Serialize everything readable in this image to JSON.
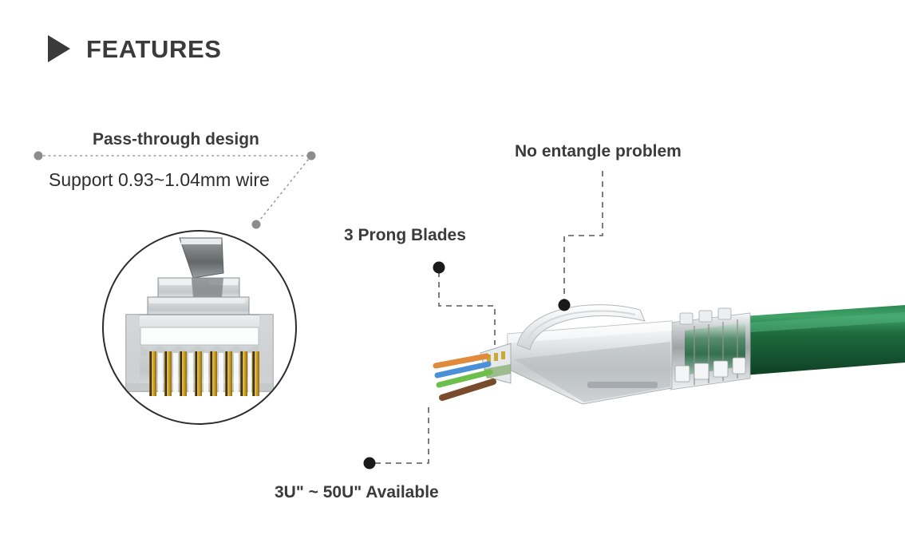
{
  "header": {
    "title": "FEATURES",
    "marker_icon": "play-triangle-icon"
  },
  "callouts": [
    {
      "id": "pass-through",
      "title": "Pass-through design",
      "subtitle": "Support 0.93~1.04mm wire",
      "dot_color": "#8c8c8c",
      "line_style": "dotted"
    },
    {
      "id": "prong-blades",
      "title": "3 Prong Blades",
      "dot_color": "#1a1a1a",
      "line_style": "dashed"
    },
    {
      "id": "no-entangle",
      "title": "No entangle problem",
      "dot_color": "#1a1a1a",
      "line_style": "dashed"
    },
    {
      "id": "plating",
      "title": "3U\" ~ 50U\" Available",
      "dot_color": "#1a1a1a",
      "line_style": "dashed"
    }
  ],
  "imagery": {
    "magnifier": {
      "name": "rj45-connector-closeup",
      "description": "Magnified transparent RJ45 pass-through plug with 8 gold contact pins",
      "pin_count": 8,
      "pin_color": "#c9a227",
      "body_color": "#d8dadb",
      "clip_color": "#8d9092",
      "circle_border_color": "#2b2b2b"
    },
    "product": {
      "name": "shielded-rj45-plug-with-green-cable",
      "description": "Transparent shielded RJ45 pass-through plug crimped onto a green network cable with exposed twisted-pair wires",
      "cable_color": "#1f6b3e",
      "cable_highlight": "#3f9a63",
      "body_color": "#e3e6e8",
      "shield_color": "#b9bdc0",
      "wires": [
        {
          "label": "orange",
          "color": "#e08a3c"
        },
        {
          "label": "blue",
          "color": "#4a90d9"
        },
        {
          "label": "green",
          "color": "#6cbf4a"
        },
        {
          "label": "brown",
          "color": "#7a4b2a"
        }
      ]
    }
  },
  "colors": {
    "text": "#3b3b3b",
    "leader_dark": "#3a3a3a",
    "leader_light": "#9a9a9a",
    "background": "#ffffff"
  }
}
